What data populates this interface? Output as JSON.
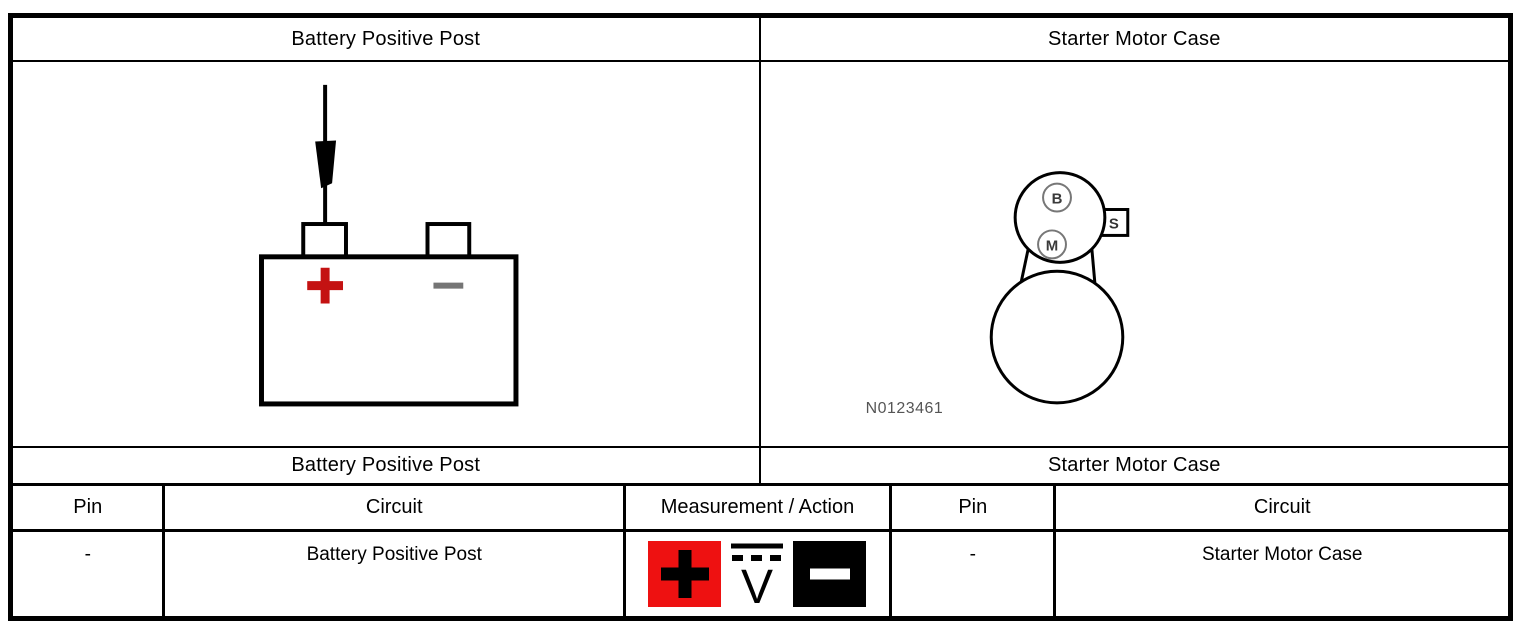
{
  "panels": {
    "left": {
      "title": "Battery Positive Post",
      "caption": "Battery Positive Post"
    },
    "right": {
      "title": "Starter Motor Case",
      "caption": "Starter Motor Case",
      "figure_label": "N0123461"
    }
  },
  "battery_diagram": {
    "positive_symbol": "+",
    "negative_symbol": "−",
    "positive_color": "#c41212",
    "negative_color": "#757575"
  },
  "starter_diagram": {
    "terminal_b": "B",
    "terminal_m": "M",
    "terminal_s": "S"
  },
  "table": {
    "headers": {
      "pin_left": "Pin",
      "circuit_left": "Circuit",
      "measurement": "Measurement / Action",
      "pin_right": "Pin",
      "circuit_right": "Circuit"
    },
    "row": {
      "left_pin": "-",
      "left_circuit": "Battery Positive Post",
      "right_pin": "-",
      "right_circuit": "Starter Motor Case"
    },
    "measurement_icons": {
      "positive_symbol": "+",
      "voltage_symbol": "V",
      "negative_symbol": "−",
      "positive_bg": "#ee1111",
      "negative_bg": "#000000"
    }
  }
}
